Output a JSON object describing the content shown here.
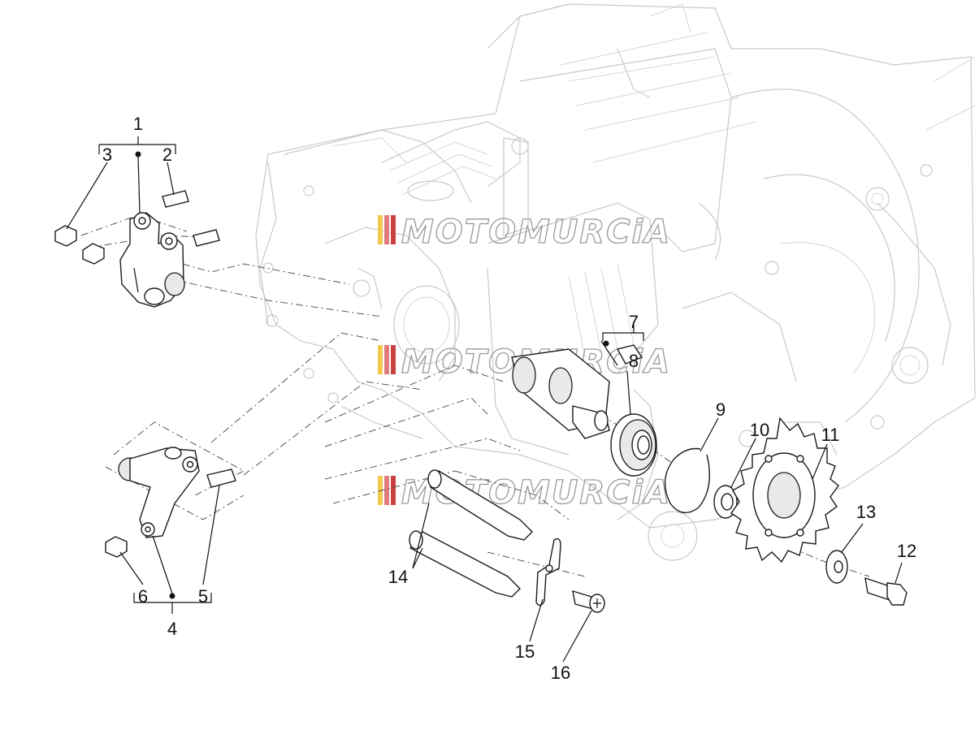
{
  "diagram": {
    "callouts": [
      {
        "id": "1",
        "text": "1"
      },
      {
        "id": "2",
        "text": "2"
      },
      {
        "id": "3",
        "text": "3"
      },
      {
        "id": "4",
        "text": "4"
      },
      {
        "id": "5",
        "text": "5"
      },
      {
        "id": "6",
        "text": "6"
      },
      {
        "id": "7",
        "text": "7"
      },
      {
        "id": "8",
        "text": "8"
      },
      {
        "id": "9",
        "text": "9"
      },
      {
        "id": "10",
        "text": "10"
      },
      {
        "id": "11",
        "text": "11"
      },
      {
        "id": "12",
        "text": "12"
      },
      {
        "id": "13",
        "text": "13"
      },
      {
        "id": "14",
        "text": "14"
      },
      {
        "id": "15",
        "text": "15"
      },
      {
        "id": "16",
        "text": "16"
      }
    ]
  },
  "watermark": {
    "text": "MOTOMURCiA",
    "colors": [
      "#f2c94c",
      "#e07b7b",
      "#c94040"
    ],
    "icon": "stripes-logo-icon"
  }
}
